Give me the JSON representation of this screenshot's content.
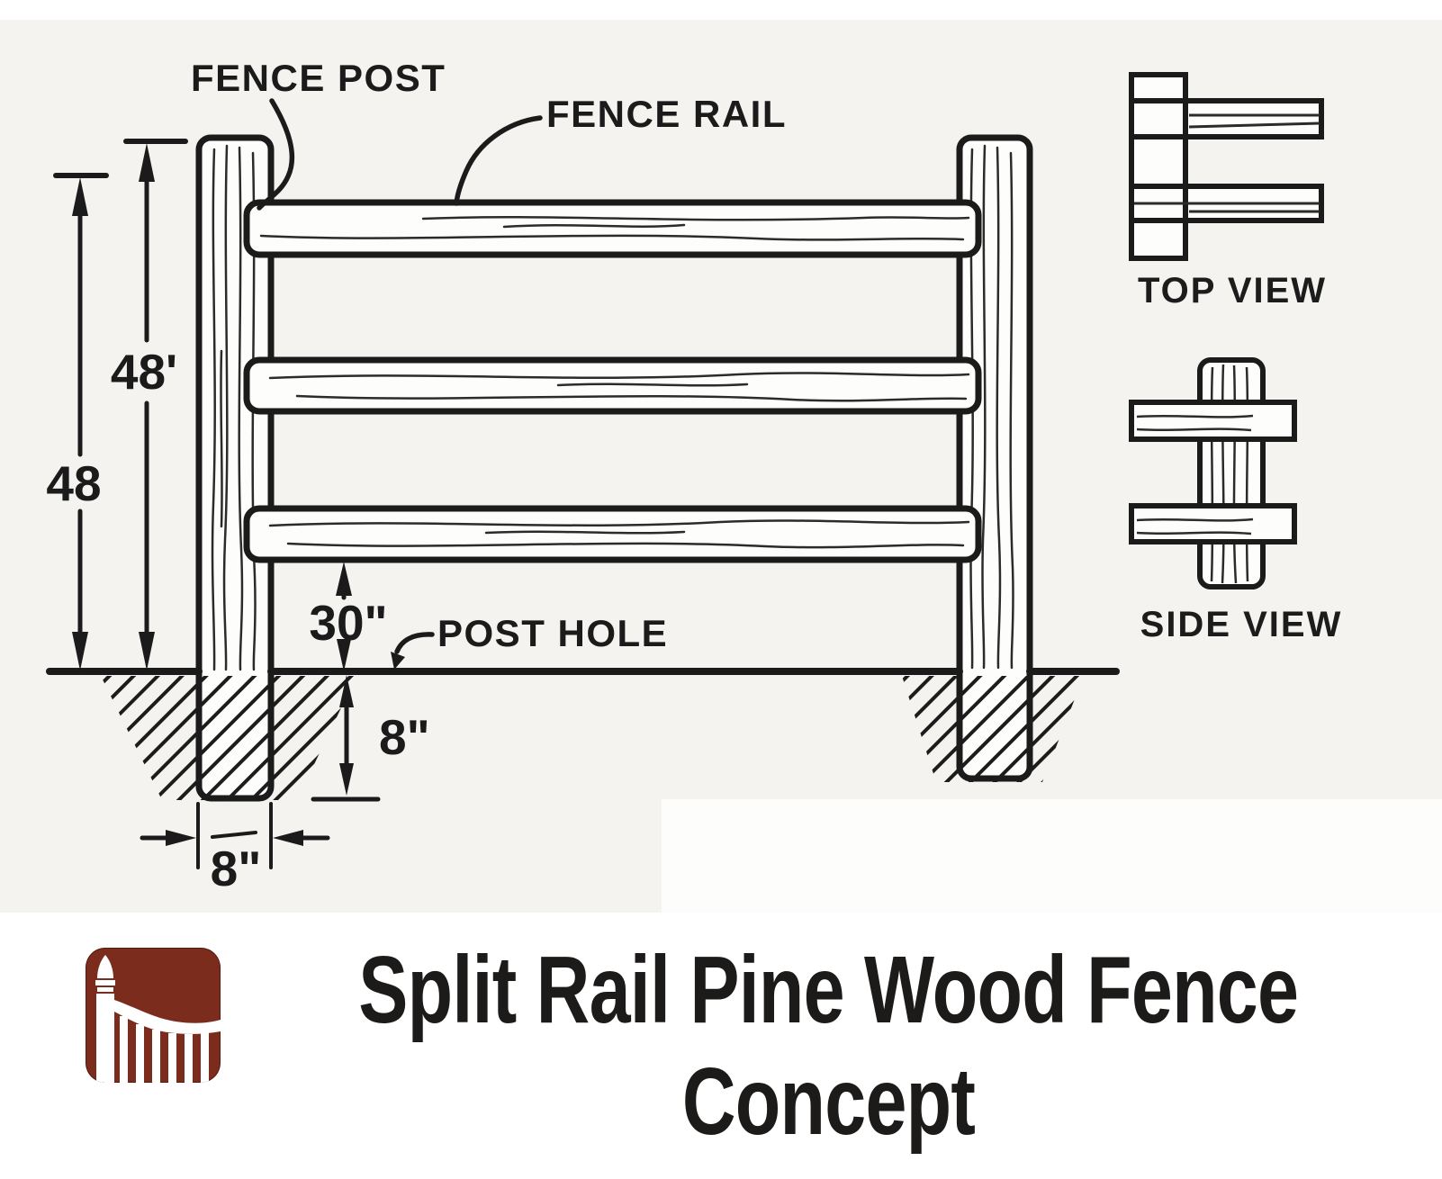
{
  "page": {
    "background_color": "#f4f3ef",
    "footer_background": "#ffffff"
  },
  "diagram": {
    "labels": {
      "fence_post": "FENCE POST",
      "fence_rail": "FENCE RAIL",
      "post_hole": "POST HOLE"
    },
    "dimensions": {
      "post_height_above_ground": "48'",
      "overall_height": "48",
      "bottom_rail_clearance": "30\"",
      "post_hole_depth": "8\"",
      "post_width": "8\""
    },
    "views": {
      "top_view_label": "TOP VIEW",
      "side_view_label": "SIDE VIEW"
    },
    "line_color": "#1b1b1b"
  },
  "footer": {
    "logo": {
      "icon": "fence-logo-icon",
      "background_color": "#7b2c1d",
      "foreground_color": "#ffffff"
    },
    "title_line1": "Split Rail Pine Wood Fence",
    "title_line2": "Concept",
    "text_color": "#1c1b1a"
  }
}
